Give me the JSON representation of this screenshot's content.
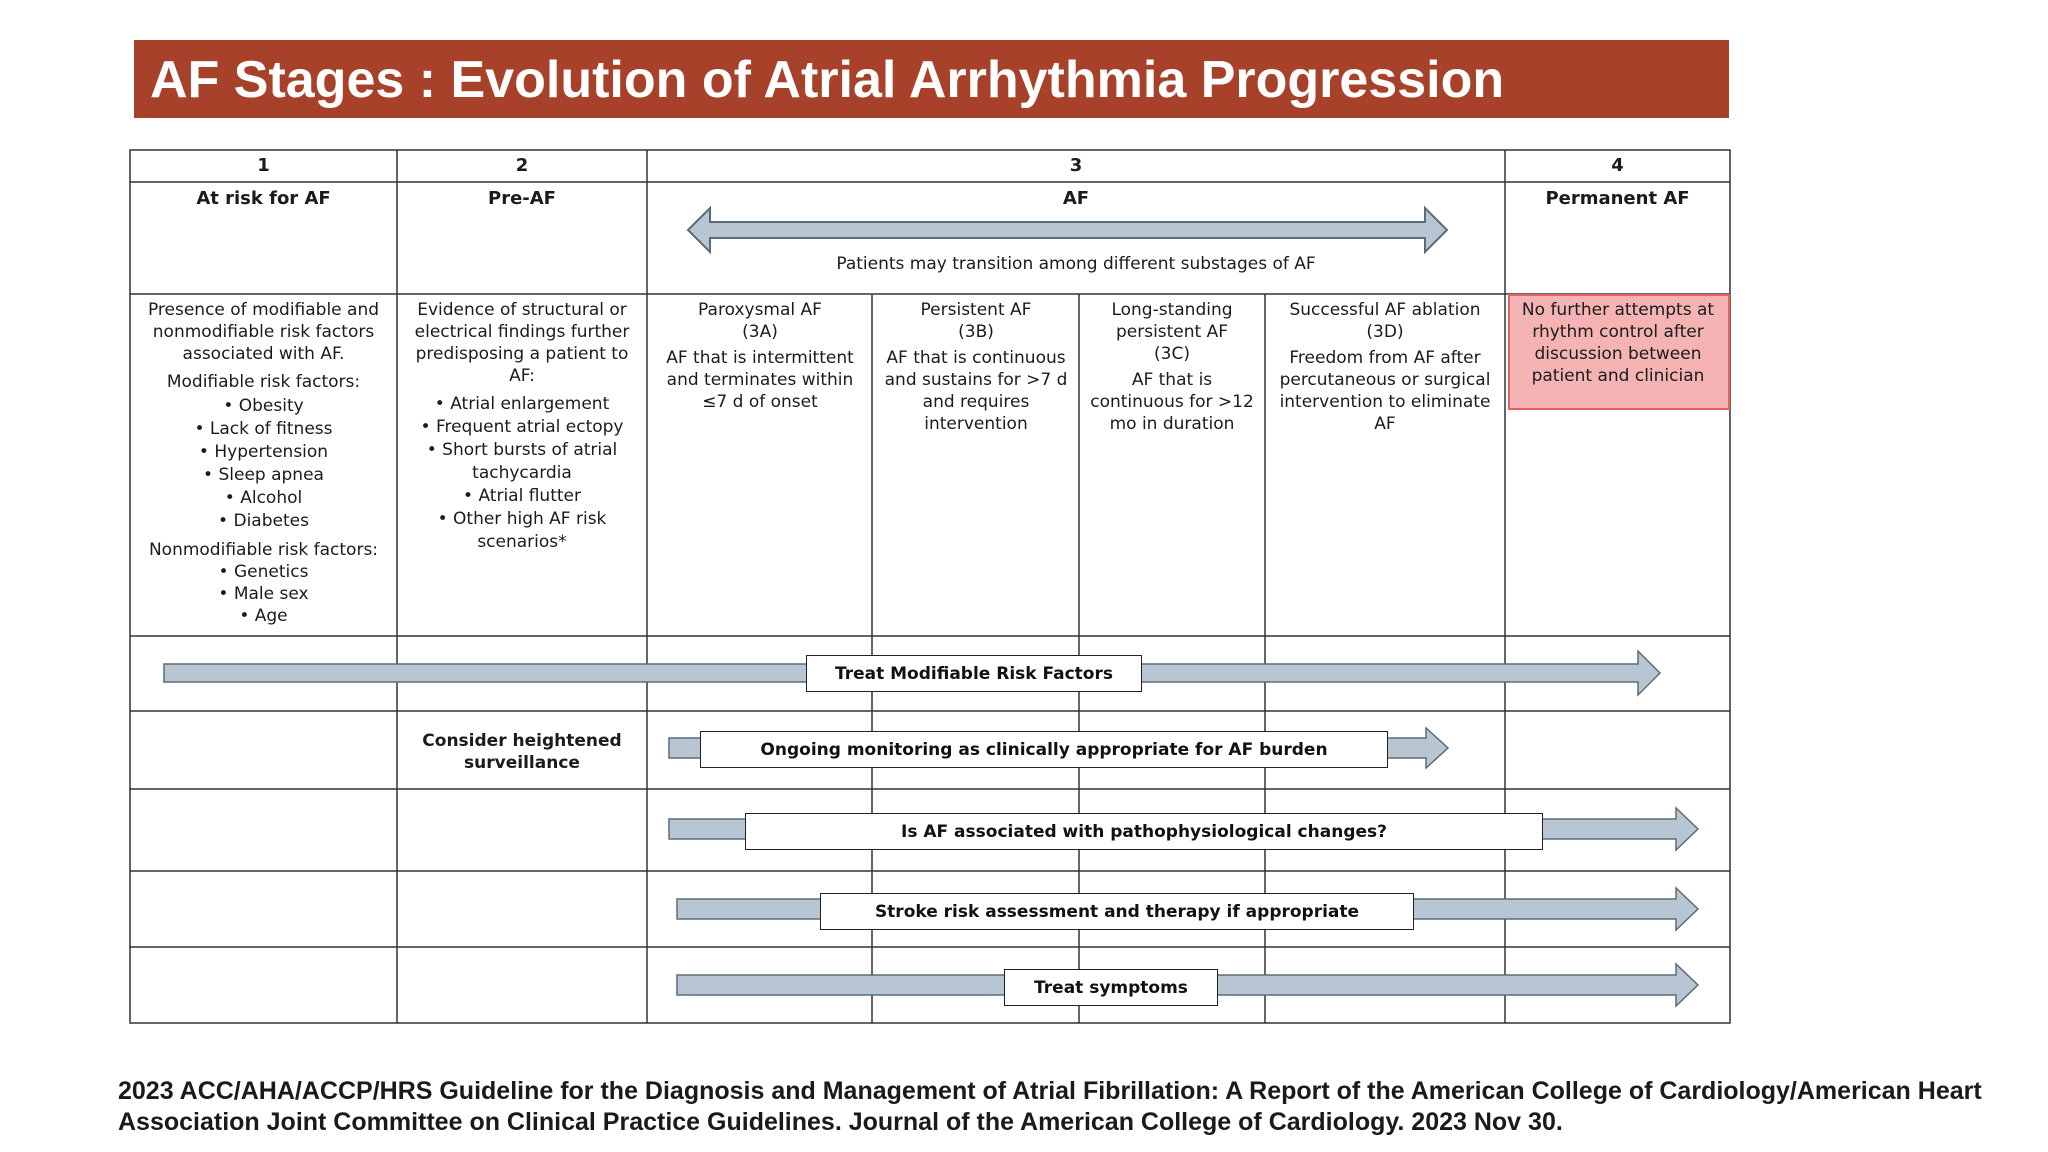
{
  "title": "AF Stages : Evolution of Atrial Arrhythmia Progression",
  "colors": {
    "title_bar": "#a8412a",
    "arrow_fill": "#b8c6d3",
    "arrow_stroke": "#5d6b78",
    "permanent_highlight": "#f5b3b3"
  },
  "stages": [
    {
      "number": "1",
      "name": "At risk for AF"
    },
    {
      "number": "2",
      "name": "Pre-AF"
    },
    {
      "number": "3",
      "name": "AF"
    },
    {
      "number": "4",
      "name": "Permanent AF"
    }
  ],
  "transition_note": "Patients may transition among different substages of AF",
  "stage1": {
    "intro": "Presence of modifiable and nonmodifiable risk factors associated with AF.",
    "modifiable_heading": "Modifiable risk factors:",
    "modifiable": [
      "Obesity",
      "Lack of fitness",
      "Hypertension",
      "Sleep apnea",
      "Alcohol",
      "Diabetes"
    ],
    "nonmodifiable_heading": "Nonmodifiable risk factors:",
    "nonmodifiable": [
      "Genetics",
      "Male sex",
      "Age"
    ]
  },
  "stage2": {
    "intro": "Evidence of structural or electrical findings further predisposing a patient to AF:",
    "items": [
      "Atrial enlargement",
      "Frequent atrial ectopy",
      "Short bursts of atrial tachycardia",
      "Atrial flutter",
      "Other high AF risk scenarios*"
    ]
  },
  "substages": [
    {
      "title": "Paroxysmal AF",
      "code": "(3A)",
      "desc": "AF that is intermittent and terminates within ≤7 d of onset"
    },
    {
      "title": "Persistent AF",
      "code": "(3B)",
      "desc": "AF that is continuous and sustains for >7 d and requires intervention"
    },
    {
      "title": "Long-standing persistent AF",
      "code": "(3C)",
      "desc": "AF that is continuous for >12 mo in duration"
    },
    {
      "title": "Successful AF ablation",
      "code": "(3D)",
      "desc": "Freedom from AF after percutaneous or surgical intervention to eliminate AF"
    }
  ],
  "stage4": {
    "desc": "No further attempts at rhythm control after discussion between patient and clinician"
  },
  "rows": {
    "surveillance": "Consider heightened surveillance"
  },
  "bars": [
    "Treat Modifiable Risk Factors",
    "Ongoing monitoring as clinically appropriate for AF burden",
    "Is AF associated with pathophysiological changes?",
    "Stroke risk assessment and therapy if appropriate",
    "Treat symptoms"
  ],
  "citation": "2023 ACC/AHA/ACCP/HRS Guideline for the Diagnosis and Management of Atrial Fibrillation: A Report of the American College of Cardiology/American Heart Association Joint Committee on Clinical Practice Guidelines. Journal of the American College of Cardiology. 2023 Nov 30."
}
